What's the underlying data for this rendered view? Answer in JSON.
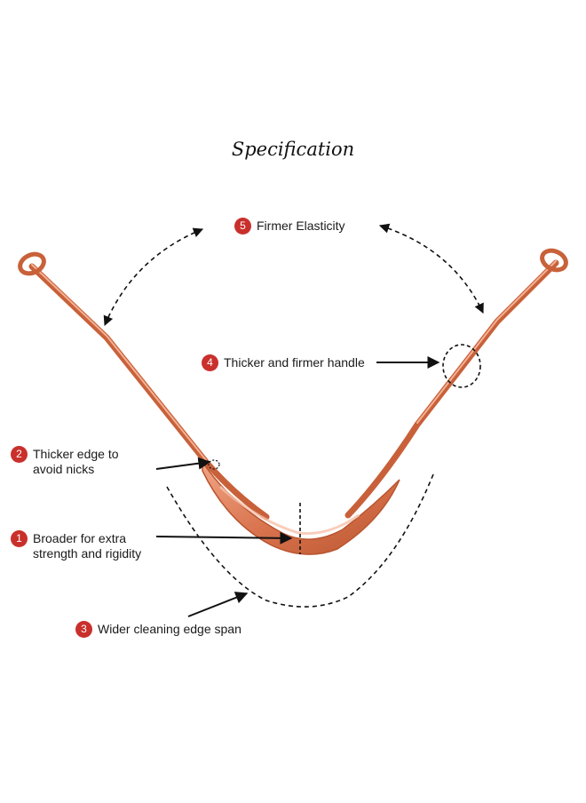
{
  "title": "Specification",
  "colors": {
    "badge": "#c9302c",
    "copper": "#d9744f",
    "copper_dark": "#b9552f",
    "copper_light": "#f1a585",
    "annotation_line": "#111111"
  },
  "callouts": [
    {
      "number": "5",
      "text": "Firmer Elasticity"
    },
    {
      "number": "4",
      "text": "Thicker and firmer handle"
    },
    {
      "number": "2",
      "text": "Thicker edge to\navoid nicks"
    },
    {
      "number": "1",
      "text": "Broader for extra\nstrength and rigidity"
    },
    {
      "number": "3",
      "text": "Wider cleaning edge span"
    }
  ]
}
